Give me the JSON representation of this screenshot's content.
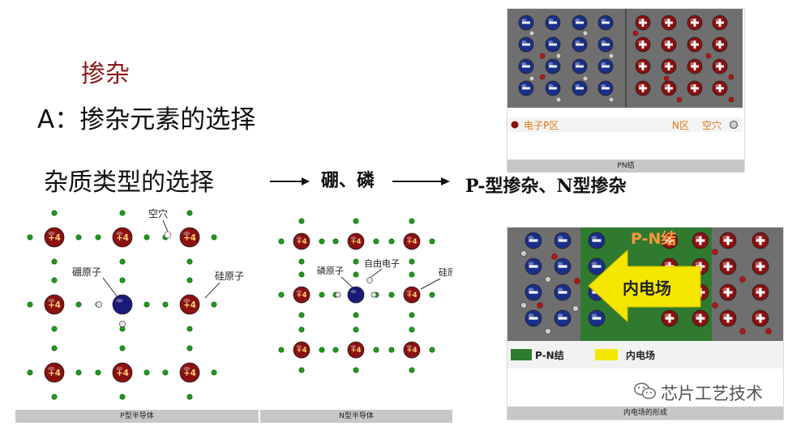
{
  "slide": {
    "title": "掺杂",
    "subtitle": "A：掺杂元素的选择",
    "impurity_label": "杂质类型的选择",
    "elements": "硼、磷",
    "doping_types": "P-型掺杂、N型掺杂"
  },
  "pn_panel": {
    "legend_left": "电子P区",
    "legend_mid": "N区",
    "legend_right": "空穴",
    "caption": "PN结"
  },
  "p_panel": {
    "label_hole": "空穴",
    "label_boron": "硼原子",
    "label_silicon": "硅原子",
    "atom_label": "+4",
    "caption": "P型半导体"
  },
  "n_panel": {
    "label_phosphorus": "磷原子",
    "label_free_electron": "自由电子",
    "label_silicon": "硅原子",
    "atom_label": "+4",
    "caption": "N型半导体"
  },
  "field_panel": {
    "pn_overlay": "P-N结",
    "field_arrow": "内电场",
    "legend_pn": "P-N结",
    "legend_field": "内电场",
    "caption": "内电场的形成"
  },
  "watermark": {
    "text": "芯片工艺技术",
    "icon": "wechat-icon"
  },
  "colors": {
    "title_red": "#8b1a1a",
    "gray_bg": "#6f6f6f",
    "blue_ball": "#1a2f8a",
    "red_ball": "#8b1010",
    "green_dot": "#1f9a1f",
    "orange_text": "#e07b1a",
    "pn_green": "#2f7a2f",
    "field_yellow": "#f5e600"
  }
}
